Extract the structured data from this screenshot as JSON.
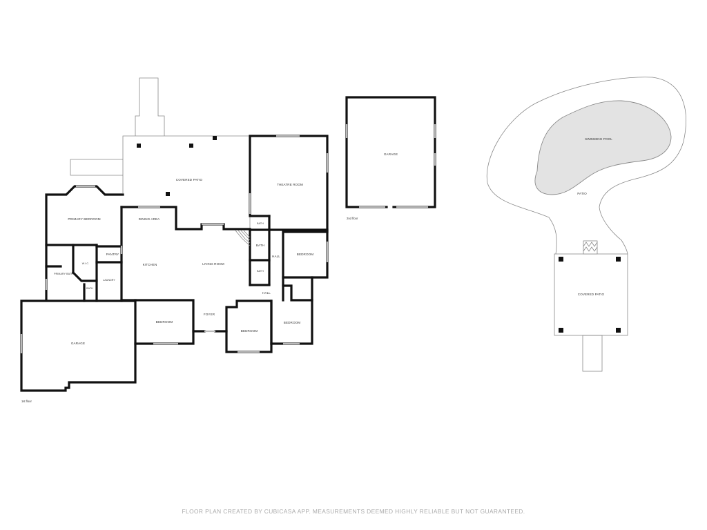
{
  "rooms": {
    "covered_patio_main": "COVERED PATIO",
    "theatre_room": "THEATRE ROOM",
    "primary_bedroom": "PRIMARY BEDROOM",
    "dining_area": "DINING AREA",
    "bath_upper": "BATH",
    "bath_mid": "BATH",
    "bath_lower": "BATH",
    "hall_right": "HALL",
    "bedroom_right": "BEDROOM",
    "pantry": "PANTRY",
    "kitchen": "KITCHEN",
    "living_room": "LIVING ROOM",
    "wic": "W.I.C.",
    "primary_bath": "PRIMARY BATH",
    "laundry": "LAUNDRY",
    "bath_small": "BATH",
    "hall_lower": "HALL",
    "garage_1st": "GARAGE",
    "bedroom_lower_left": "BEDROOM",
    "foyer": "FOYER",
    "bedroom_lower_mid": "BEDROOM",
    "bedroom_lower_right": "BEDROOM",
    "garage_2nd": "GARAGE",
    "swimming_pool": "SWIMMING POOL",
    "patio": "PATIO",
    "covered_patio_pool": "COVERED PATIO"
  },
  "floors": {
    "first": "1st floor",
    "second": "2nd floor"
  },
  "footer": "FLOOR PLAN CREATED BY CUBICASA APP. MEASUREMENTS DEEMED HIGHLY RELIABLE BUT NOT GUARANTEED."
}
